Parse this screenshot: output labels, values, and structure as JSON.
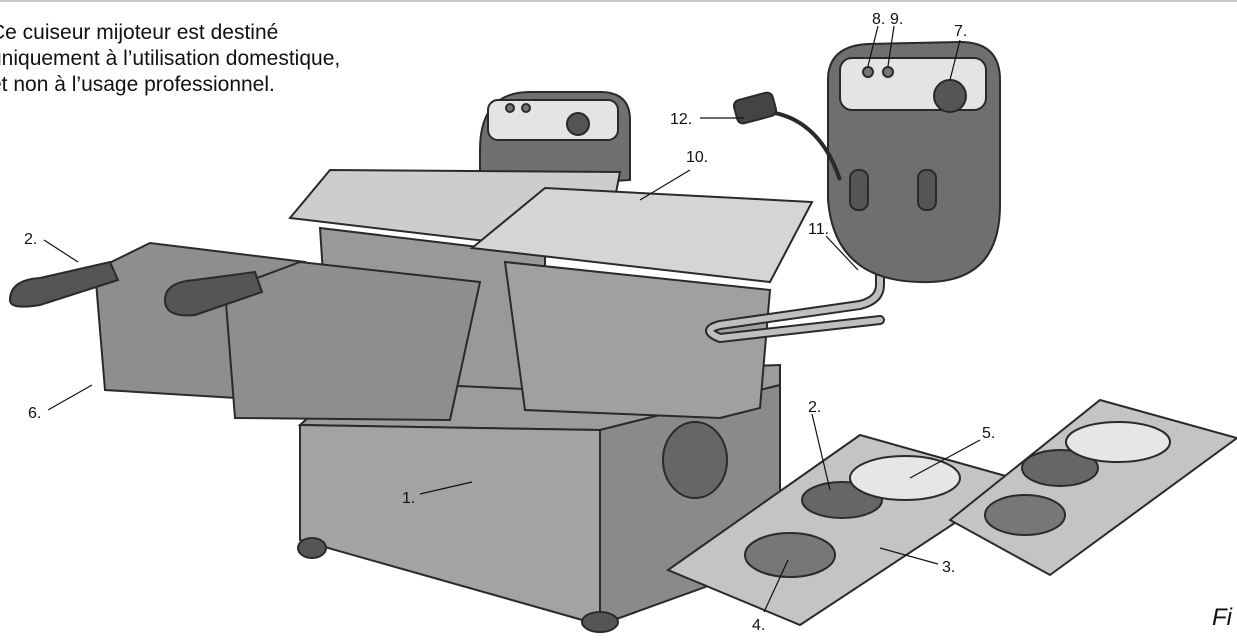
{
  "intro": {
    "line1": "Ce cuiseur mijoteur est destiné",
    "line2": "uniquement à l’utilisation domestique,",
    "line3": "et non à l’usage professionnel."
  },
  "labels": {
    "l1": "1.",
    "l2a": "2.",
    "l2b": "2.",
    "l3": "3.",
    "l4": "4.",
    "l5": "5.",
    "l6": "6.",
    "l7": "7.",
    "l8": "8.",
    "l9": "9.",
    "l10": "10.",
    "l11": "11.",
    "l12": "12."
  },
  "figure_tag": "Fi",
  "colors": {
    "body": "#9a9a9a",
    "dark": "#5a5a5a",
    "light": "#cfcfcf",
    "line": "#2a2a2a"
  }
}
